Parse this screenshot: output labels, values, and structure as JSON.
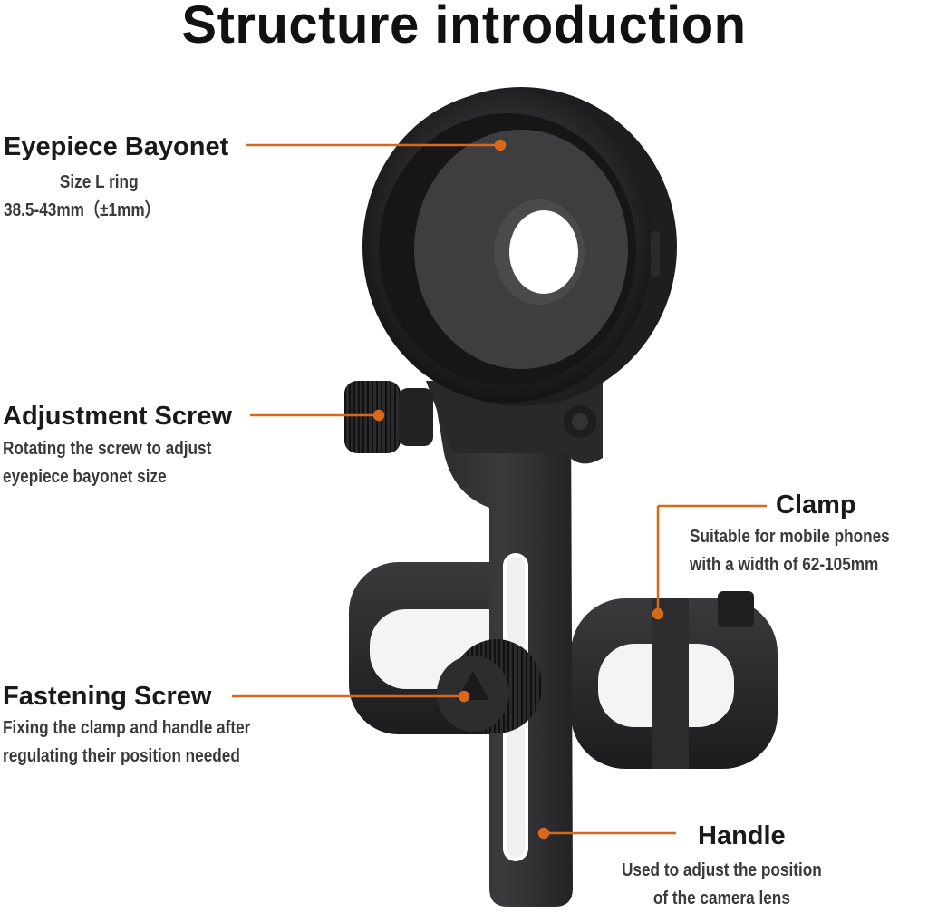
{
  "title": "Structure introduction",
  "colors": {
    "leader": "#d9691a",
    "body": "#1f1f1f"
  },
  "callouts": {
    "eyepiece": {
      "heading": "Eyepiece Bayonet",
      "lines": [
        "Size L ring",
        "38.5-43mm（±1mm）"
      ]
    },
    "adjustment": {
      "heading": "Adjustment Screw",
      "lines": [
        "Rotating the screw to adjust",
        "eyepiece bayonet size"
      ]
    },
    "clamp": {
      "heading": "Clamp",
      "lines": [
        "Suitable for mobile phones",
        "with a width of 62-105mm"
      ]
    },
    "fastening": {
      "heading": "Fastening Screw",
      "lines": [
        "Fixing the clamp and handle after",
        "regulating their position needed"
      ]
    },
    "handle": {
      "heading": "Handle",
      "lines": [
        "Used to adjust the position",
        "of the camera lens"
      ]
    }
  }
}
